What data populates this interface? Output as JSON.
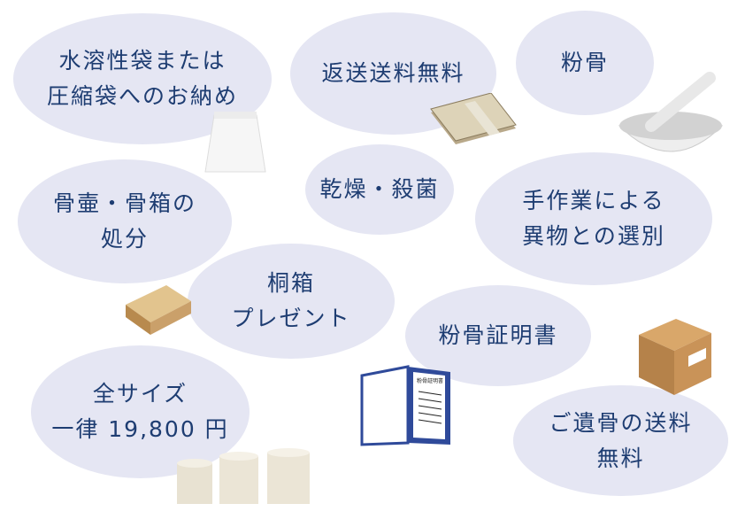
{
  "features": [
    {
      "label": "水溶性袋または\n圧縮袋へのお納め"
    },
    {
      "label": "返送送料無料"
    },
    {
      "label": "粉骨"
    },
    {
      "label": "乾燥・殺菌"
    },
    {
      "label": "骨壷・骨箱の\n処分"
    },
    {
      "label": "手作業による\n異物との選別"
    },
    {
      "label": "桐箱\nプレゼント"
    },
    {
      "label": "粉骨証明書"
    },
    {
      "label": "全サイズ\n一律 19,800 円"
    },
    {
      "label": "ご遺骨の送料\n無料"
    }
  ],
  "certificate_title": "粉骨証明書",
  "colors": {
    "bubble": "#e5e6f3",
    "text": "#1e3d72",
    "certificate": "#2f4a9a"
  }
}
